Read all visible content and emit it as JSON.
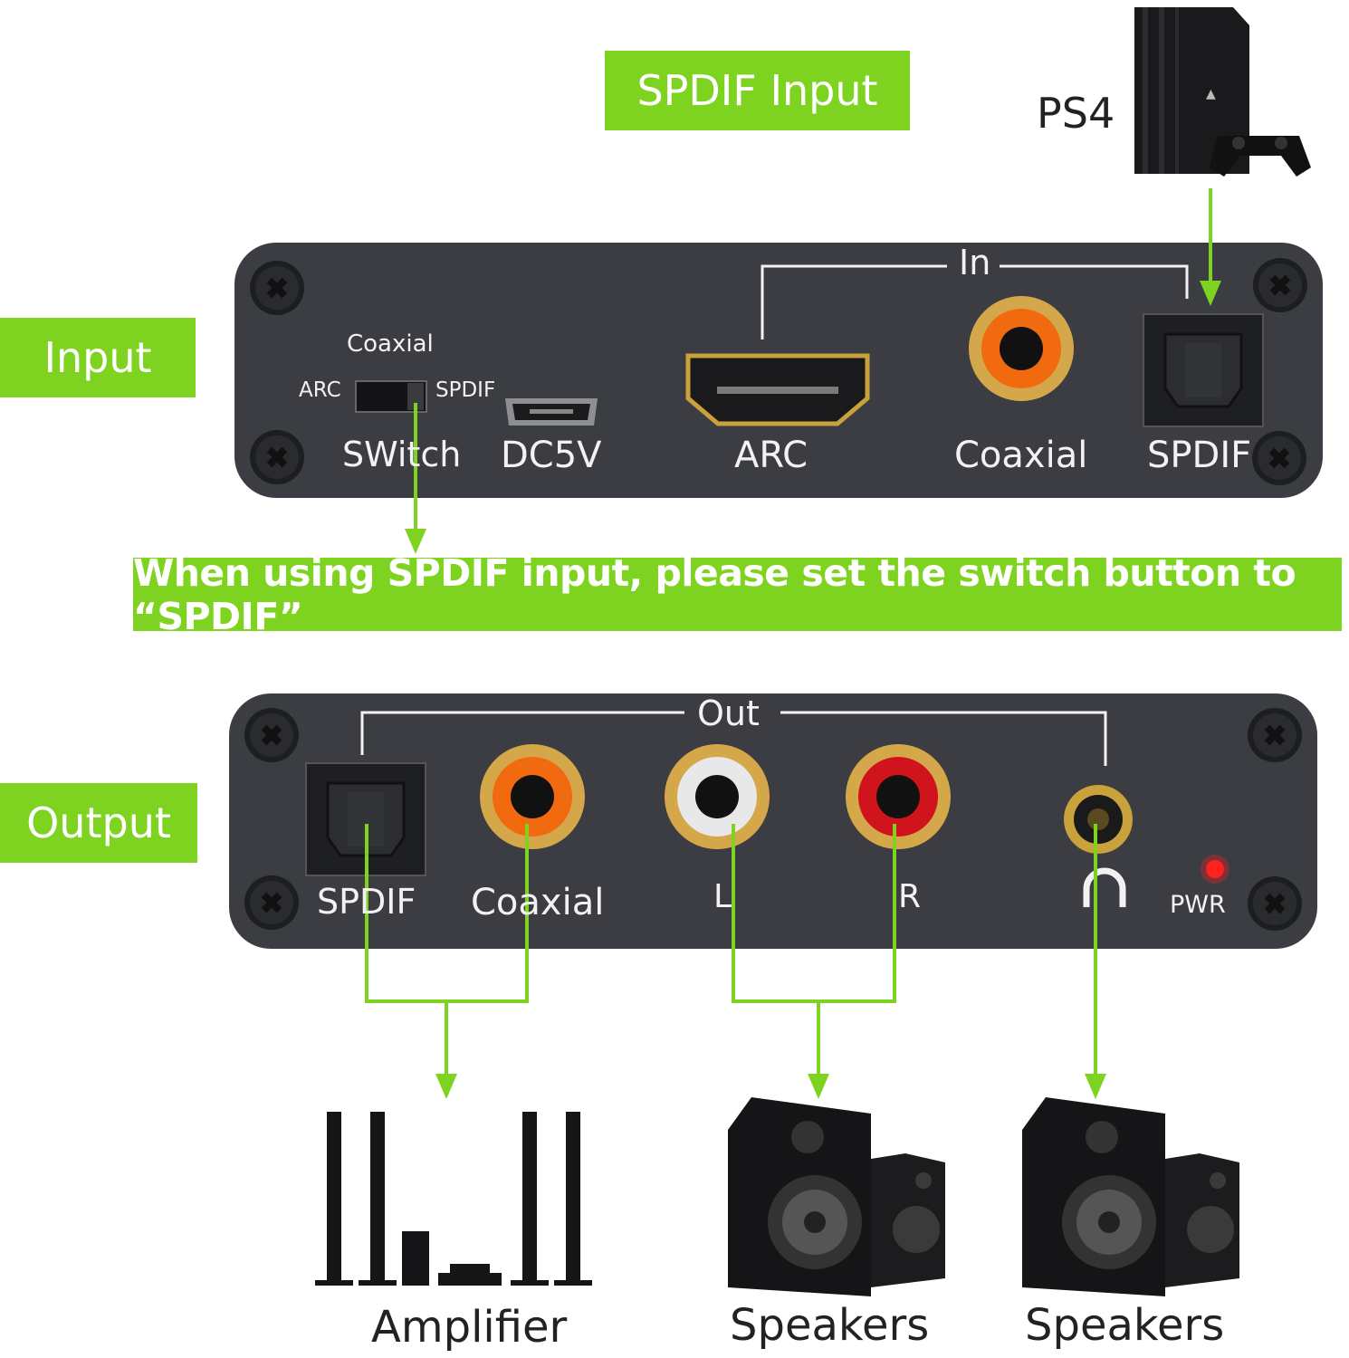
{
  "labels": {
    "spdif_input": "SPDIF Input",
    "ps4": "PS4",
    "input": "Input",
    "output": "Output",
    "note": "When using SPDIF input, please set the switch button to “SPDIF”"
  },
  "input_panel": {
    "group_label": "In",
    "switch_top": "Coaxial",
    "switch_left": "ARC",
    "switch_right": "SPDIF",
    "switch_label": "SWitch",
    "dc": "DC5V",
    "arc": "ARC",
    "coaxial": "Coaxial",
    "spdif": "SPDIF"
  },
  "output_panel": {
    "group_label": "Out",
    "spdif": "SPDIF",
    "coaxial": "Coaxial",
    "left": "L",
    "right": "R",
    "pwr": "PWR"
  },
  "devices": {
    "amplifier": "Amplifier",
    "speakers_1": "Speakers",
    "speakers_2": "Speakers"
  },
  "colors": {
    "green": "#7ed320",
    "panel": "#3b3d42",
    "orange": "#f26a10",
    "red": "#d0141b",
    "gold": "#d4a84a",
    "led": "#ff2020"
  }
}
